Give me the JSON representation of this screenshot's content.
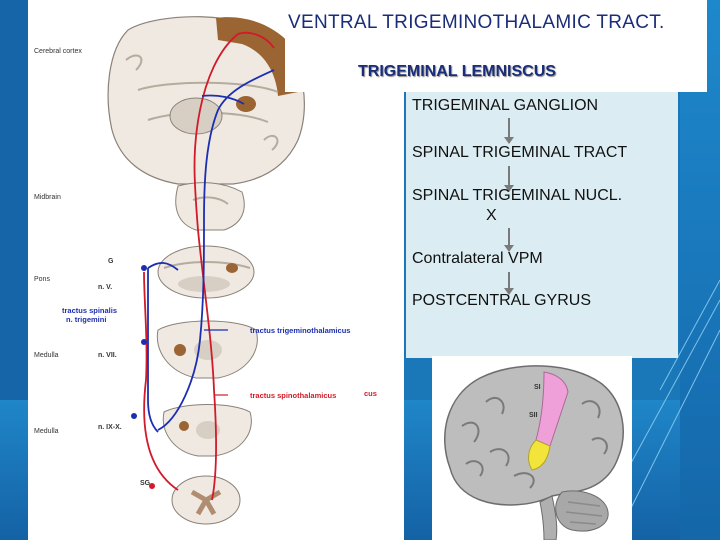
{
  "titles": {
    "main": "VENTRAL TRIGEMINOTHALAMIC TRACT.",
    "sub": "TRIGEMINAL LEMNISCUS"
  },
  "pathway": {
    "steps": [
      "TRIGEMINAL GANGLION",
      "SPINAL TRIGEMINAL TRACT",
      "SPINAL TRIGEMINAL NUCL.",
      "X",
      "Contralateral VPM",
      "POSTCENTRAL GYRUS"
    ]
  },
  "diagram": {
    "level_labels": [
      "Cerebral cortex",
      "Midbrain",
      "Pons",
      "Medulla",
      "Medulla"
    ],
    "nerve_labels": [
      "G",
      "n. V.",
      "n. VII.",
      "n. IX-X.",
      "SG"
    ],
    "tract_labels": {
      "spinalis": "tractus spinalis",
      "trigemini": "n. trigemini",
      "trigeminothalamicus": "tractus trigeminothalamicus",
      "spinothalamicus": "tractus spinothalamicus",
      "cus": "cus"
    }
  },
  "brain": {
    "area_labels": [
      "SI",
      "SII"
    ]
  },
  "colors": {
    "title": "#1a2d7a",
    "tract_red": "#d11a2a",
    "tract_blue": "#1c2fb0",
    "cortex_brown": "#9a6433",
    "si_pink": "#f0a0d8",
    "sii_yellow": "#f2e43a",
    "box_fill": "#dbedf2"
  }
}
